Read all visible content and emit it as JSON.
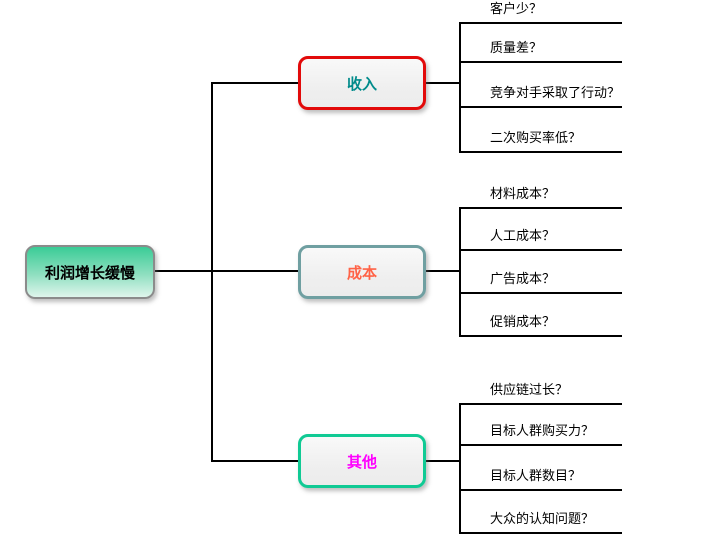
{
  "mindmap": {
    "background": "#ffffff",
    "connector_color": "#000000",
    "root": {
      "label": "利润增长缓慢",
      "border_color": "#8b8b8b",
      "fill_top": "#3acc96",
      "fill_bottom": "#dff5ec",
      "text_color": "#000000"
    },
    "branches": [
      {
        "label": "收入",
        "border_color": "#e20a0a",
        "text_color": "#008b8b",
        "leaves": [
          "客户少？",
          "质量差？",
          "竞争对手采取了行动？",
          "二次购买率低？"
        ]
      },
      {
        "label": "成本",
        "border_color": "#6f9fa1",
        "text_color": "#ff6347",
        "leaves": [
          "材料成本？",
          "人工成本？",
          "广告成本？",
          "促销成本？"
        ]
      },
      {
        "label": "其他",
        "border_color": "#10ca94",
        "text_color": "#ff00ff",
        "leaves": [
          "供应链过长？",
          "目标人群购买力？",
          "目标人群数目？",
          "大众的认知问题？"
        ]
      }
    ]
  }
}
